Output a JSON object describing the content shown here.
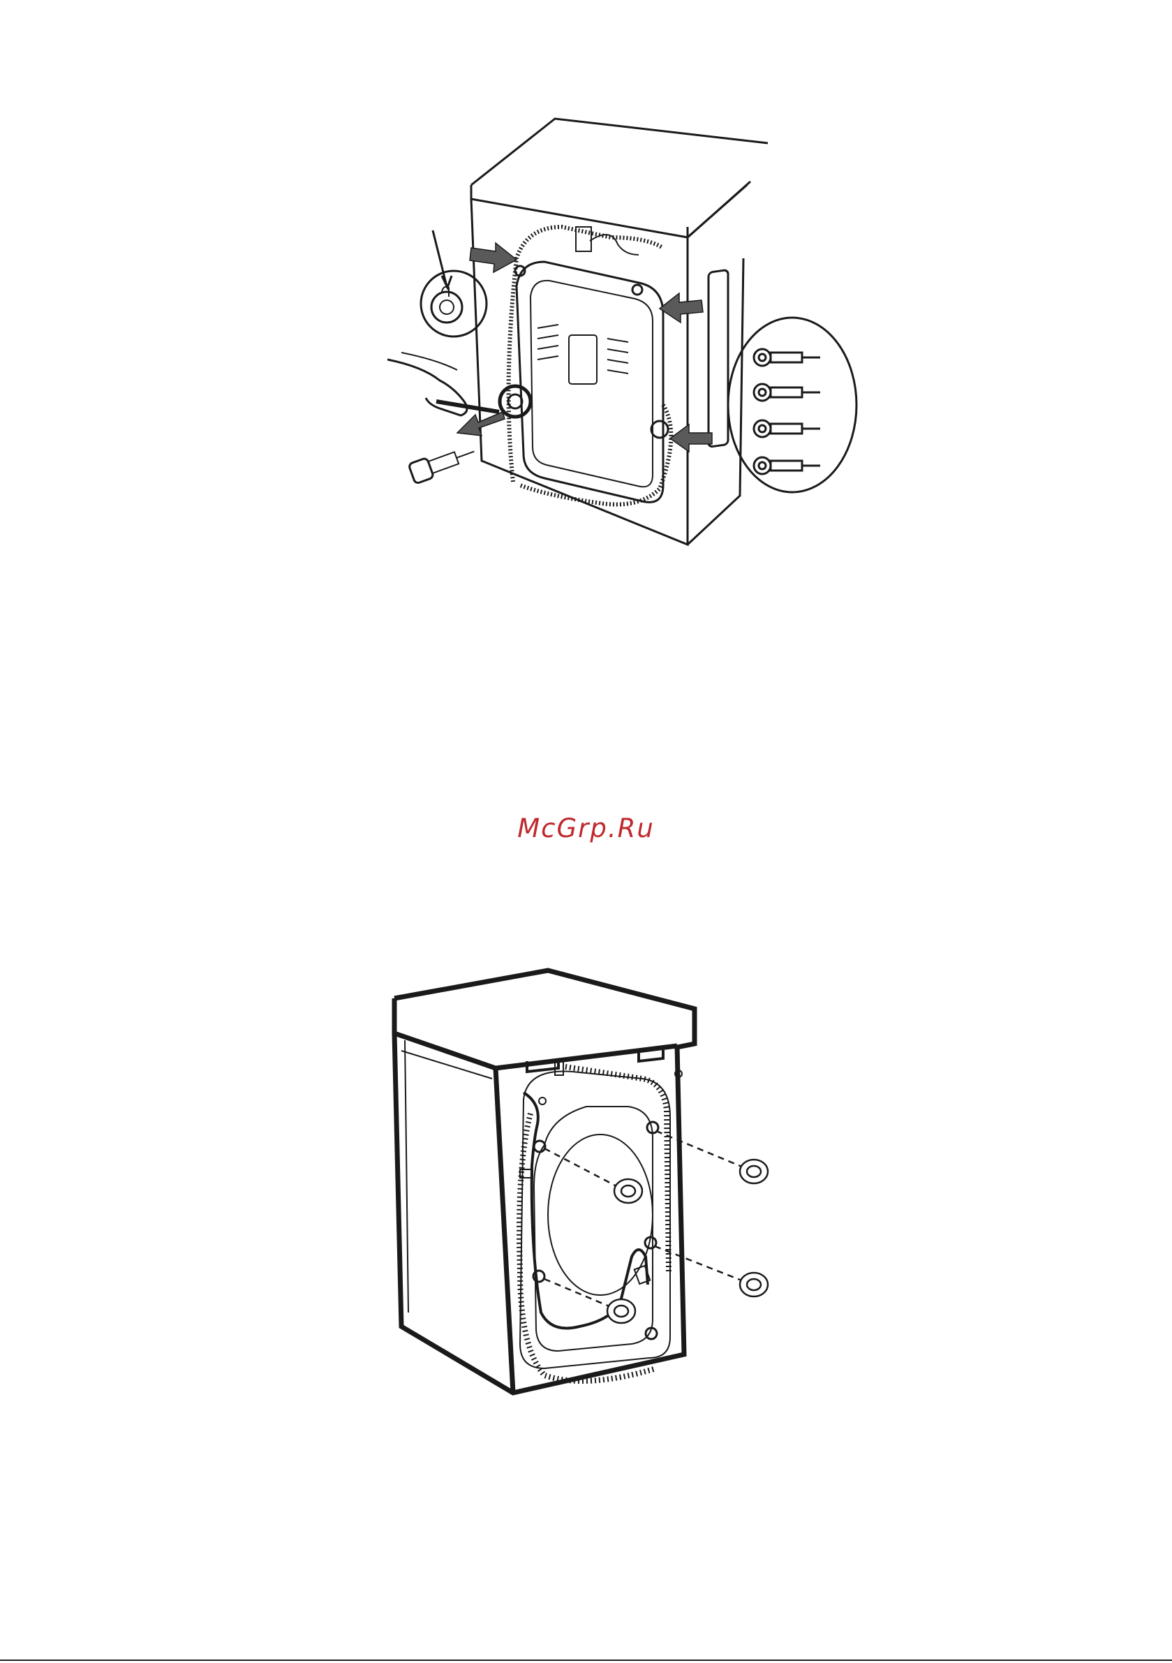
{
  "document": {
    "watermark_text": "McGrp.Ru"
  },
  "colors": {
    "watermark": "#c0282d",
    "line": "#1a1a1a",
    "arrow_fill": "#5a5a5a",
    "background": "#ffffff"
  },
  "figures": [
    {
      "name": "washer-rear-transit-bolts-removal",
      "icon": "illustration"
    },
    {
      "name": "washer-rear-caps-insertion",
      "icon": "illustration"
    }
  ]
}
